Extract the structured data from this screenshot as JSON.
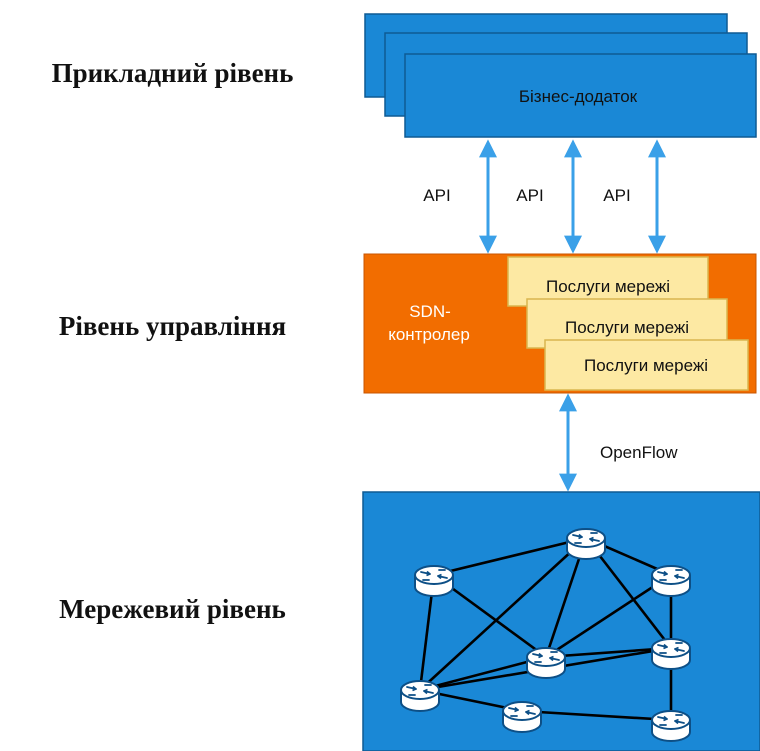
{
  "layers": {
    "application": "Прикладний рівень",
    "control": "Рівень управління",
    "network": "Мережевий рівень"
  },
  "app_box": {
    "label": "Бізнес-додаток"
  },
  "api_labels": [
    "API",
    "API",
    "API"
  ],
  "controller": {
    "line1": "SDN-",
    "line2": "контролер"
  },
  "network_services": [
    "Послуги мережі",
    "Послуги мережі",
    "Послуги мережі"
  ],
  "protocol_label": "OpenFlow",
  "colors": {
    "app_blue": "#1a88d6",
    "app_border": "#0e5a94",
    "controller_orange": "#f26d00",
    "service_yellow": "#fde9a3",
    "service_border": "#d9b64f",
    "arrow_blue": "#3aa0e8",
    "network_blue": "#1a88d6",
    "router_fill": "#ffffff",
    "router_stroke": "#0d4f86",
    "link": "#000000"
  }
}
